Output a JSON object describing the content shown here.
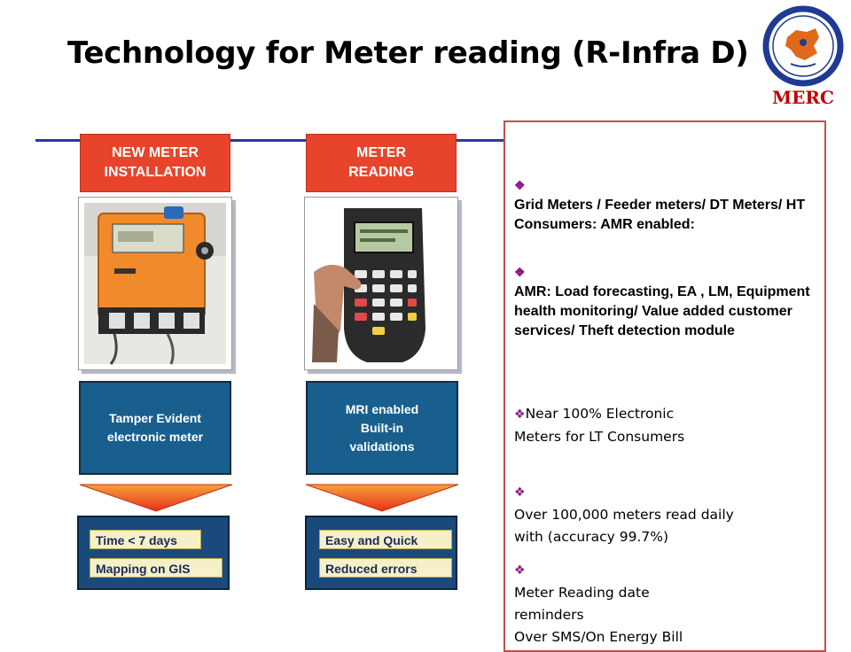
{
  "title": "Technology for Meter reading (R-Infra D)",
  "logo": {
    "text": "MERC",
    "ring_color": "#1f3a93",
    "map_color": "#e06a1a"
  },
  "columns": [
    {
      "header": "NEW METER\nINSTALLATION",
      "feature": "Tamper Evident\nelectronic meter",
      "outcomes": [
        "Time < 7 days",
        "Mapping on GIS"
      ]
    },
    {
      "header": "METER\nREADING",
      "feature": "MRI enabled\nBuilt-in\nvalidations",
      "outcomes": [
        "Easy and Quick",
        "Reduced errors"
      ]
    }
  ],
  "bullets": [
    "Grid Meters / Feeder meters/ DT Meters/ HT Consumers: AMR enabled:",
    "AMR: Load forecasting, EA , LM, Equipment health monitoring/ Value added customer services/  Theft detection module",
    "Near 100% Electronic\n   Meters for LT Consumers",
    "Over 100,000 meters read daily\nwith (accuracy  99.7%)",
    "Meter Reading date\n   reminders\nOver SMS/On Energy Bill"
  ],
  "colors": {
    "header_red": "#e8442c",
    "feature_blue": "#185f8e",
    "outcome_navy": "#1a4a7c",
    "panel_border": "#c0504d",
    "rule_blue": "#2a36a8"
  },
  "icons": [
    "diamond-bullet-icon",
    "down-arrow-icon",
    "merc-logo-icon"
  ]
}
